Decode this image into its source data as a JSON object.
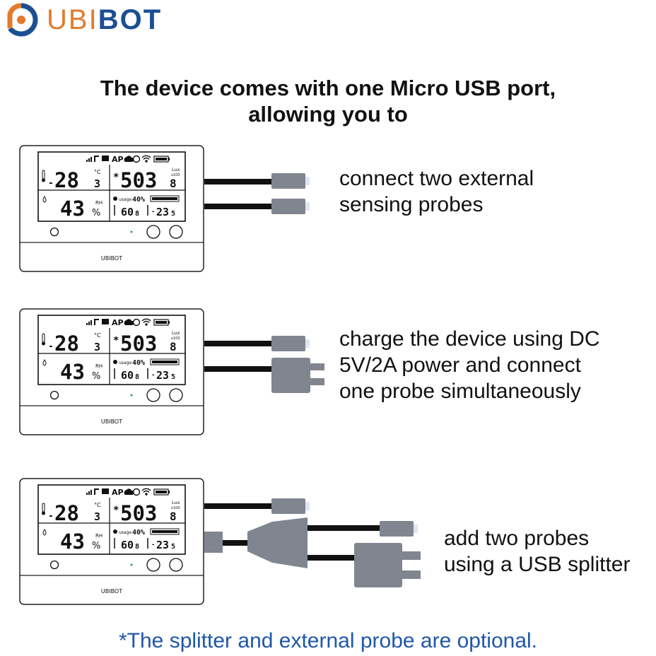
{
  "brand": {
    "name_left": "UBI",
    "name_right": "BOT",
    "color_left": "#e37b2c",
    "color_right": "#1b4f93"
  },
  "headline": {
    "line1": "The device comes with one Micro USB port,",
    "line2": "allowing you to"
  },
  "device": {
    "brand_label": "UBIBOT",
    "lcd": {
      "status_ap": "AP",
      "temp_sign": "-",
      "temp_value": "28",
      "temp_decimal": "3",
      "temp_unit": "°C",
      "light_value": "503",
      "light_decimal": "8",
      "light_unit": "Lux",
      "light_multiplier": "x100",
      "humidity_value": "43",
      "humidity_unit": "%",
      "humidity_label": "RH",
      "usage_label": "usage",
      "usage_value": "40%",
      "ext1_value": "60",
      "ext1_decimal": "8",
      "ext2_sign": "-",
      "ext2_value": "23",
      "ext2_decimal": "5"
    },
    "icons": [
      "signal-icon",
      "sd-card-icon",
      "display-icon",
      "cloud-icon",
      "globe-icon",
      "wifi-icon",
      "battery-icon",
      "thermometer-icon",
      "humidity-drop-icon",
      "clock-icon"
    ]
  },
  "scenes": [
    {
      "caption": [
        "connect two external",
        "sensing probes"
      ]
    },
    {
      "caption": [
        "charge the device using DC",
        "5V/2A power and connect",
        "one probe simultaneously"
      ]
    },
    {
      "caption": [
        "add two probes",
        "using a USB splitter"
      ]
    }
  ],
  "footnote": "*The splitter and external probe are optional.",
  "colors": {
    "cable": "#111111",
    "probe": "#808590",
    "probe_tip": "#dfe6f2",
    "footnote": "#1f57a8"
  }
}
